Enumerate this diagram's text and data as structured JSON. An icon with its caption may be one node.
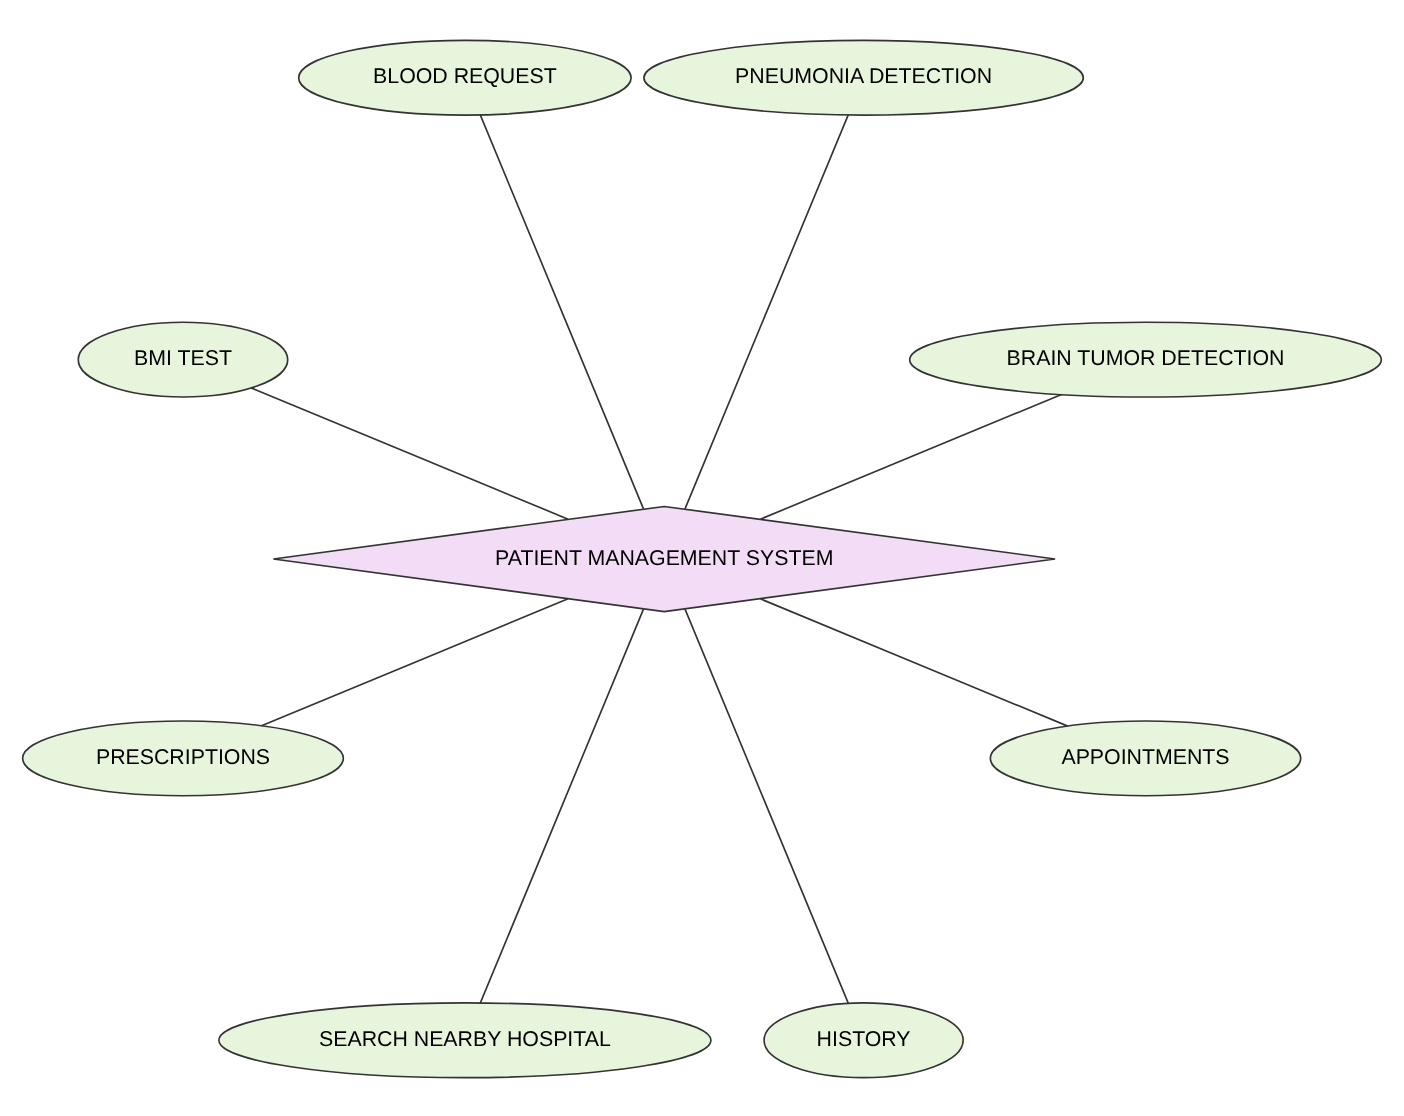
{
  "diagram": {
    "nodes": [
      {
        "text": [
          "BRAIN TUMOR DETECTION"
        ]
      },
      {
        "text": [
          "PNEUMONIA DETECTION"
        ]
      },
      {
        "text": [
          "BLOOD REQUEST"
        ]
      },
      {
        "text": [
          "BMI TEST"
        ]
      },
      {
        "text": [
          "PATIENT MANAGEMENT SYSTEM"
        ]
      },
      {
        "text": [
          "PRESCRIPTIONS"
        ]
      },
      {
        "text": [
          "SEARCH NEARBY HOSPITAL"
        ]
      },
      {
        "text": [
          "HISTORY"
        ]
      },
      {
        "text": [
          "APPOINTMENTS"
        ]
      }
    ],
    "edges": [
      {
        "from": 4,
        "to": 0,
        "arrow": "none"
      },
      {
        "from": 4,
        "to": 1,
        "arrow": "none"
      },
      {
        "from": 4,
        "to": 2,
        "arrow": "none"
      },
      {
        "from": 4,
        "to": 3,
        "arrow": "none"
      },
      {
        "from": 4,
        "to": 5,
        "arrow": "none"
      },
      {
        "from": 4,
        "to": 6,
        "arrow": "none"
      },
      {
        "from": 4,
        "to": 7,
        "arrow": "none"
      },
      {
        "from": 4,
        "to": 8,
        "arrow": "none"
      }
    ]
  }
}
